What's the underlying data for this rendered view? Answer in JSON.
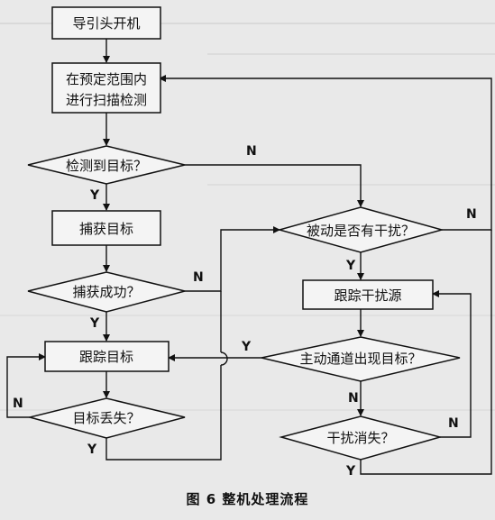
{
  "nodes": {
    "start": "导引头开机",
    "scan": [
      "在预定范围内",
      "进行扫描检测"
    ],
    "detect": "检测到目标？",
    "capture": "捕获目标",
    "capture_ok": "捕获成功？",
    "track": "跟踪目标",
    "lost": "目标丢失？",
    "passive_jam": "被动是否有干扰？",
    "track_jam": "跟踪干扰源",
    "active_target": "主动通道出现目标？",
    "jam_gone": "干扰消失？"
  },
  "edge_labels": {
    "yes": "Y",
    "no": "N"
  },
  "caption": "图 6  整机处理流程"
}
